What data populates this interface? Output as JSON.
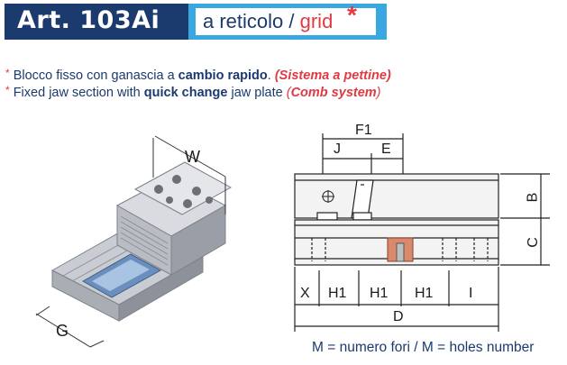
{
  "title": {
    "article": "Art. 103Ai",
    "subtitle_it": "a reticolo",
    "separator": " / ",
    "subtitle_en": "grid",
    "asterisk": "*"
  },
  "notes": {
    "it": {
      "asterisk": "*",
      "text1": "Blocco fisso con ganascia a ",
      "bold": "cambio rapido",
      "text2": ". ",
      "emphasis": "(Sistema a pettine)"
    },
    "en": {
      "asterisk": "*",
      "text1": "Fixed jaw section with ",
      "bold": "quick change",
      "text2": " jaw plate ",
      "emphasis_open": "(",
      "emphasis": "Comb system",
      "emphasis_close": ")"
    }
  },
  "photo_labels": {
    "w": "W",
    "g": "G"
  },
  "drawing_labels": {
    "f1": "F1",
    "j": "J",
    "e": "E",
    "b": "B",
    "c": "C",
    "x": "X",
    "h1a": "H1",
    "h1b": "H1",
    "h1c": "H1",
    "i": "I",
    "d": "D"
  },
  "caption": {
    "m1": "M",
    "text1": " = numero fori / ",
    "m2": "M",
    "text2": " = holes number"
  },
  "colors": {
    "dark_blue": "#1b3a6e",
    "light_blue": "#3aa7e0",
    "red": "#e23a44"
  }
}
